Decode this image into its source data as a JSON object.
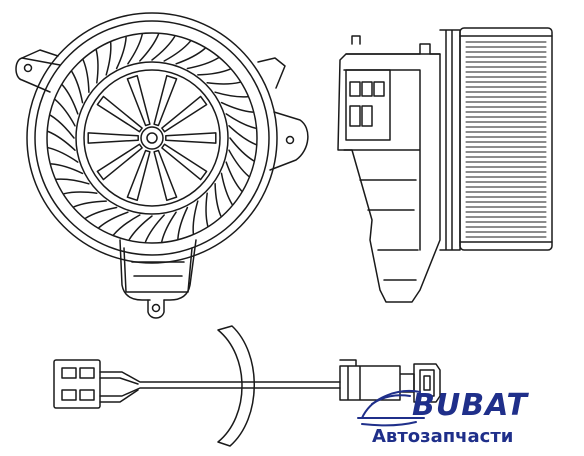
{
  "brand": {
    "name": "BUBAT",
    "tagline": "Автозапчасти",
    "color": "#1f2f8a",
    "logo_icon": "car-icon"
  },
  "diagram": {
    "line_color": "#1a1a1a",
    "views": [
      "blower-front-view",
      "blower-side-view",
      "wiring-harness-view"
    ]
  }
}
